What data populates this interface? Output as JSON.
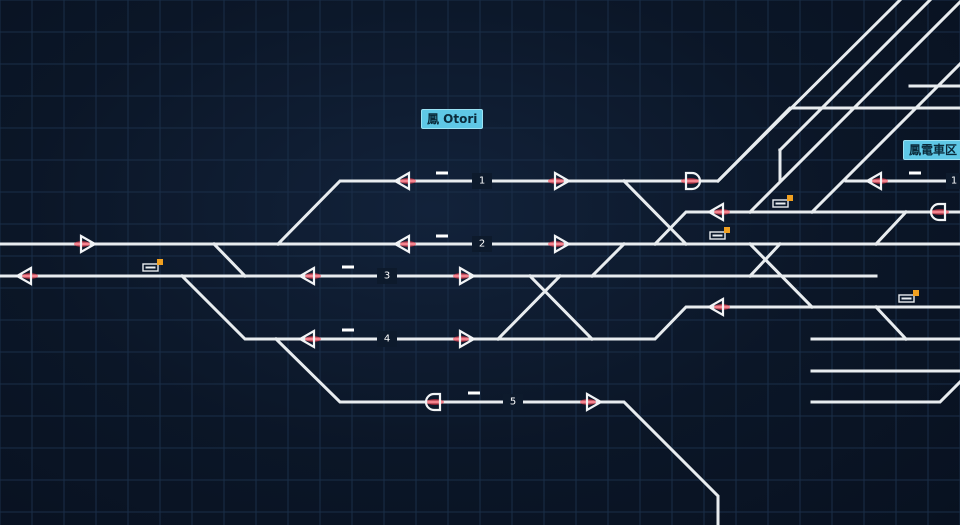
{
  "stations": {
    "otori": "鳳 Otori",
    "depot": "鳳電車区"
  },
  "tracks": [
    {
      "id": "track-1",
      "label": "1"
    },
    {
      "id": "track-2",
      "label": "2"
    },
    {
      "id": "track-3",
      "label": "3"
    },
    {
      "id": "track-4",
      "label": "4"
    },
    {
      "id": "track-5",
      "label": "5"
    },
    {
      "id": "depot-track-1",
      "label": "1"
    }
  ],
  "colors": {
    "background": "#0a1424",
    "track": "#e8ecef",
    "signal_glow": "#ff3040",
    "station_label": "#5fc8e6",
    "train_badge": "#f0a020"
  },
  "icons": [
    "signal-triangle-icon",
    "signal-stop-icon",
    "train-icon"
  ]
}
